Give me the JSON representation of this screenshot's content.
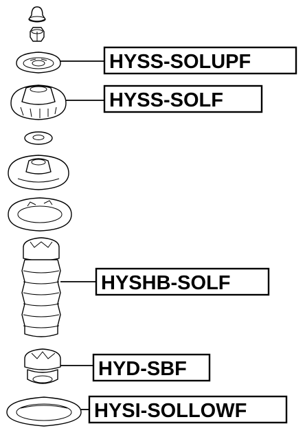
{
  "labels": {
    "top_mount_upper": "HYSS-SOLUPF",
    "top_mount": "HYSS-SOLF",
    "boot": "HYSHB-SOLF",
    "bump_stop": "HYD-SBF",
    "lower_insulator": "HYSI-SOLLOWF"
  }
}
